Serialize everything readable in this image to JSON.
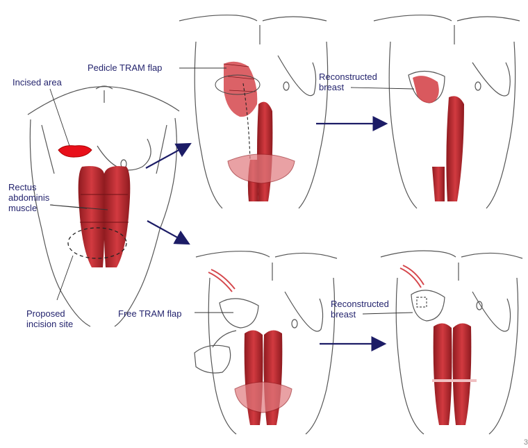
{
  "labels": {
    "incised_area": "Incised area",
    "rectus_line1": "Rectus",
    "rectus_line2": "abdominis",
    "rectus_line3": "muscle",
    "proposed_line1": "Proposed",
    "proposed_line2": "incision site",
    "pedicle_tram": "Pedicle TRAM flap",
    "free_tram": "Free TRAM flap",
    "reconstructed_top_line1": "Reconstructed",
    "reconstructed_top_line2": "breast",
    "reconstructed_bottom_line1": "Reconstructed",
    "reconstructed_bottom_line2": "breast",
    "corner_mark": "3"
  },
  "colors": {
    "muscle": "#c0282e",
    "muscle_light": "#e07a7e",
    "incised": "#e8101a",
    "outline": "#444444",
    "arrow": "#1c1c66",
    "label": "#24246e"
  }
}
